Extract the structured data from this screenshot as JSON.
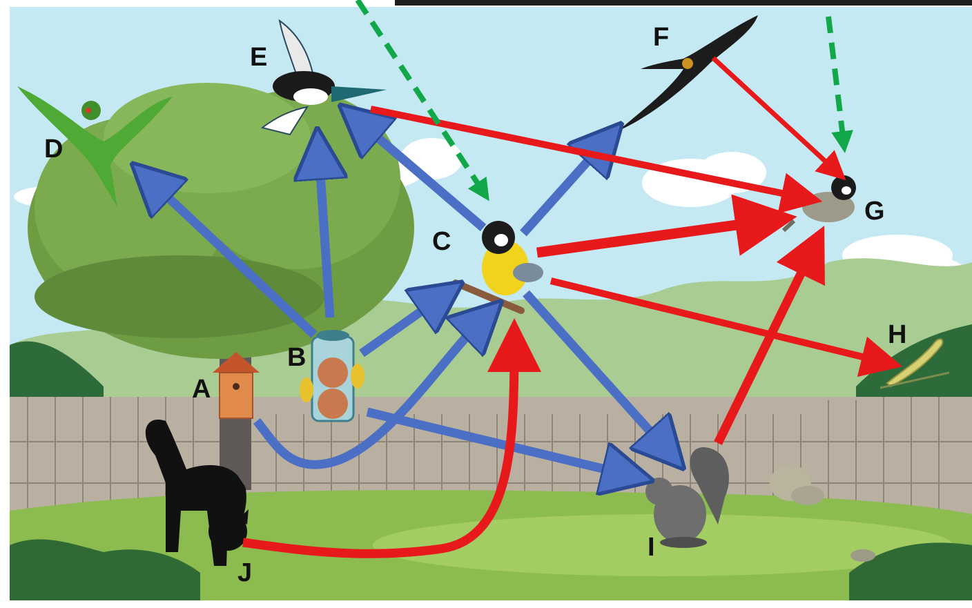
{
  "diagram": {
    "nodes": [
      {
        "id": "A",
        "label": "A",
        "depicts": "bird-box"
      },
      {
        "id": "B",
        "label": "B",
        "depicts": "bird-feeder"
      },
      {
        "id": "C",
        "label": "C",
        "depicts": "great-tit"
      },
      {
        "id": "D",
        "label": "D",
        "depicts": "parakeet"
      },
      {
        "id": "E",
        "label": "E",
        "depicts": "magpie"
      },
      {
        "id": "F",
        "label": "F",
        "depicts": "sparrowhawk"
      },
      {
        "id": "G",
        "label": "G",
        "depicts": "coal-tit"
      },
      {
        "id": "H",
        "label": "H",
        "depicts": "caterpillar"
      },
      {
        "id": "I",
        "label": "I",
        "depicts": "grey-squirrel"
      },
      {
        "id": "J",
        "label": "J",
        "depicts": "black-cat"
      }
    ],
    "edges": [
      {
        "from": "B",
        "to": "D",
        "style": "blue"
      },
      {
        "from": "B",
        "to": "E",
        "style": "blue"
      },
      {
        "from": "B",
        "to": "C",
        "style": "blue"
      },
      {
        "from": "C",
        "to": "E",
        "style": "blue"
      },
      {
        "from": "C",
        "to": "F",
        "style": "blue"
      },
      {
        "from": "C",
        "to": "I",
        "style": "blue"
      },
      {
        "from": "A",
        "to": "C",
        "style": "blue"
      },
      {
        "from": "B",
        "to": "I",
        "style": "blue"
      },
      {
        "from": "E",
        "to": "G",
        "style": "red"
      },
      {
        "from": "F",
        "to": "G",
        "style": "red"
      },
      {
        "from": "C",
        "to": "G",
        "style": "red"
      },
      {
        "from": "C",
        "to": "H",
        "style": "red"
      },
      {
        "from": "I",
        "to": "G",
        "style": "red"
      },
      {
        "from": "J",
        "to": "C",
        "style": "red"
      },
      {
        "from": "external",
        "to": "C",
        "style": "green-dashed"
      },
      {
        "from": "external",
        "to": "G",
        "style": "green-dashed"
      }
    ],
    "colors": {
      "blue_arrow": "#4A6FC4",
      "blue_outline": "#2B4A94",
      "red_arrow": "#E8191B",
      "green_dashed": "#12A84A",
      "sky": "#C5E9F3",
      "grass": "#8CBB4F",
      "fence": "#B9B0A2",
      "tree": "#6E9C43"
    }
  }
}
